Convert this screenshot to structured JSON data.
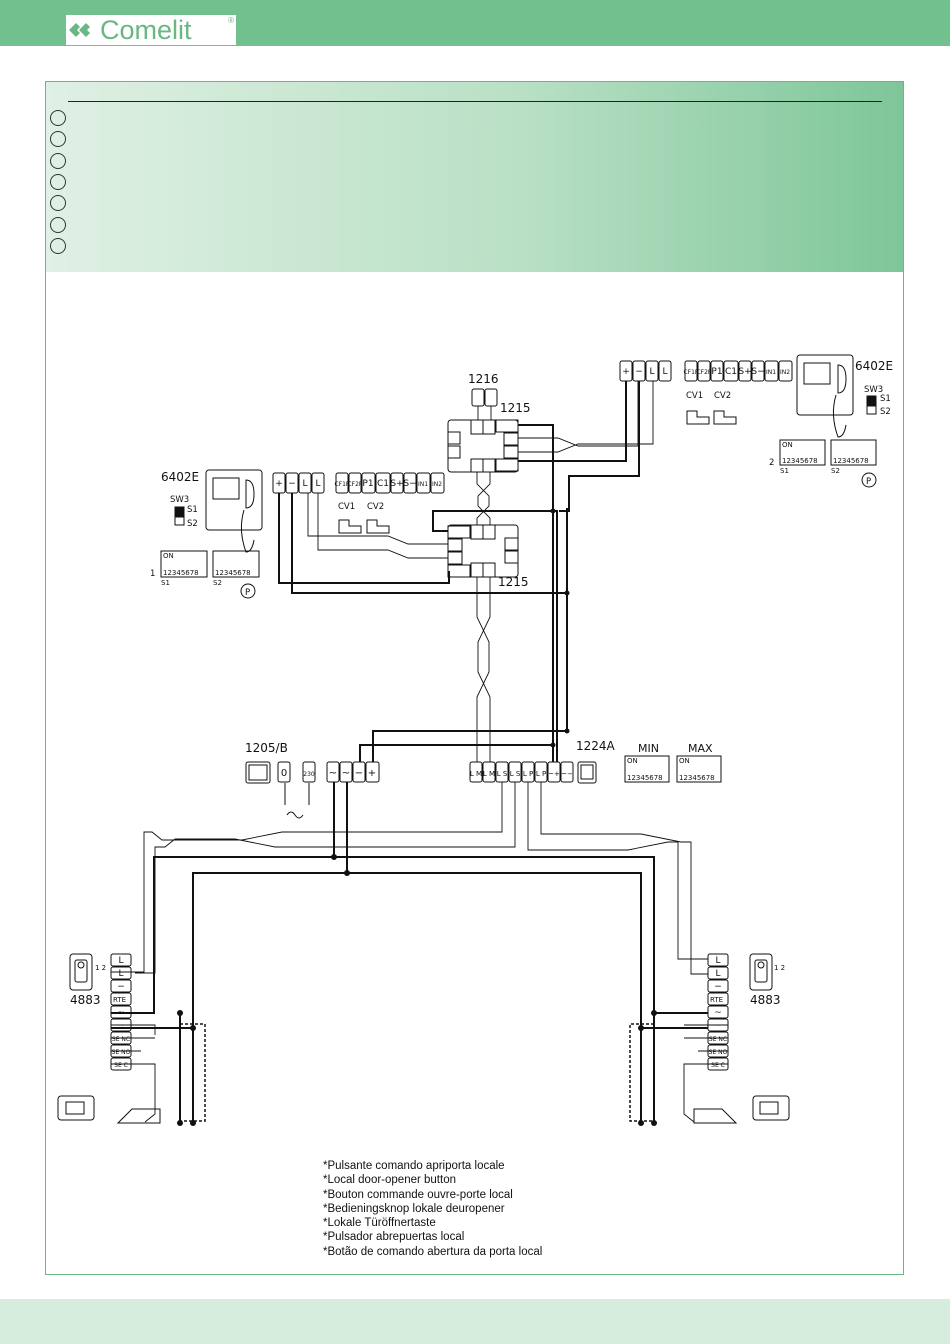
{
  "brand": {
    "name": "Comelit",
    "registered": "®"
  },
  "colors": {
    "green_bar": "#72c08d",
    "light_green": "#d6ecdc",
    "logo_green": "#6ab784"
  },
  "labels": {
    "m1216": "1216",
    "m1215_top": "1215",
    "m1215_mid": "1215",
    "m6402e_right": "6402E",
    "m6402e_left": "6402E",
    "m1205b": "1205/B",
    "m1224a": "1224A",
    "min": "MIN",
    "max": "MAX",
    "m4883_left": "4883",
    "m4883_right": "4883",
    "sw3": "SW3",
    "s1": "S1",
    "s2": "S2",
    "cv1": "CV1",
    "cv2": "CV2",
    "on": "ON",
    "dip_numbers": "12345678",
    "p": "P",
    "dip1_index": "1",
    "dip2_index": "2",
    "rte": "RTE",
    "push_index": "1 2"
  },
  "terminals": {
    "monitor": [
      "+",
      "−",
      "L",
      "L",
      "CF1P",
      "CF2P",
      "P1",
      "C1",
      "S+",
      "S−",
      "IN1",
      "IN2"
    ],
    "power_1205b": [
      "0",
      "230",
      "",
      "~",
      "~",
      "−",
      "+"
    ],
    "power_1224a": [
      "L M",
      "L M",
      "L S",
      "L S",
      "L P",
      "L P",
      "~+",
      "~−"
    ],
    "panel_4883": [
      "L",
      "L",
      "−",
      "RTE",
      "~",
      "~",
      "SE NC",
      "SE NO",
      "SE C"
    ]
  },
  "notes": [
    "*Pulsante comando apriporta locale",
    "*Local door-opener button",
    "*Bouton commande ouvre-porte local",
    "*Bedieningsknop lokale deuropener",
    "*Lokale Türöffnertaste",
    "*Pulsador abrepuertas local",
    "*Botão de comando abertura da porta local"
  ],
  "language_count": 7
}
